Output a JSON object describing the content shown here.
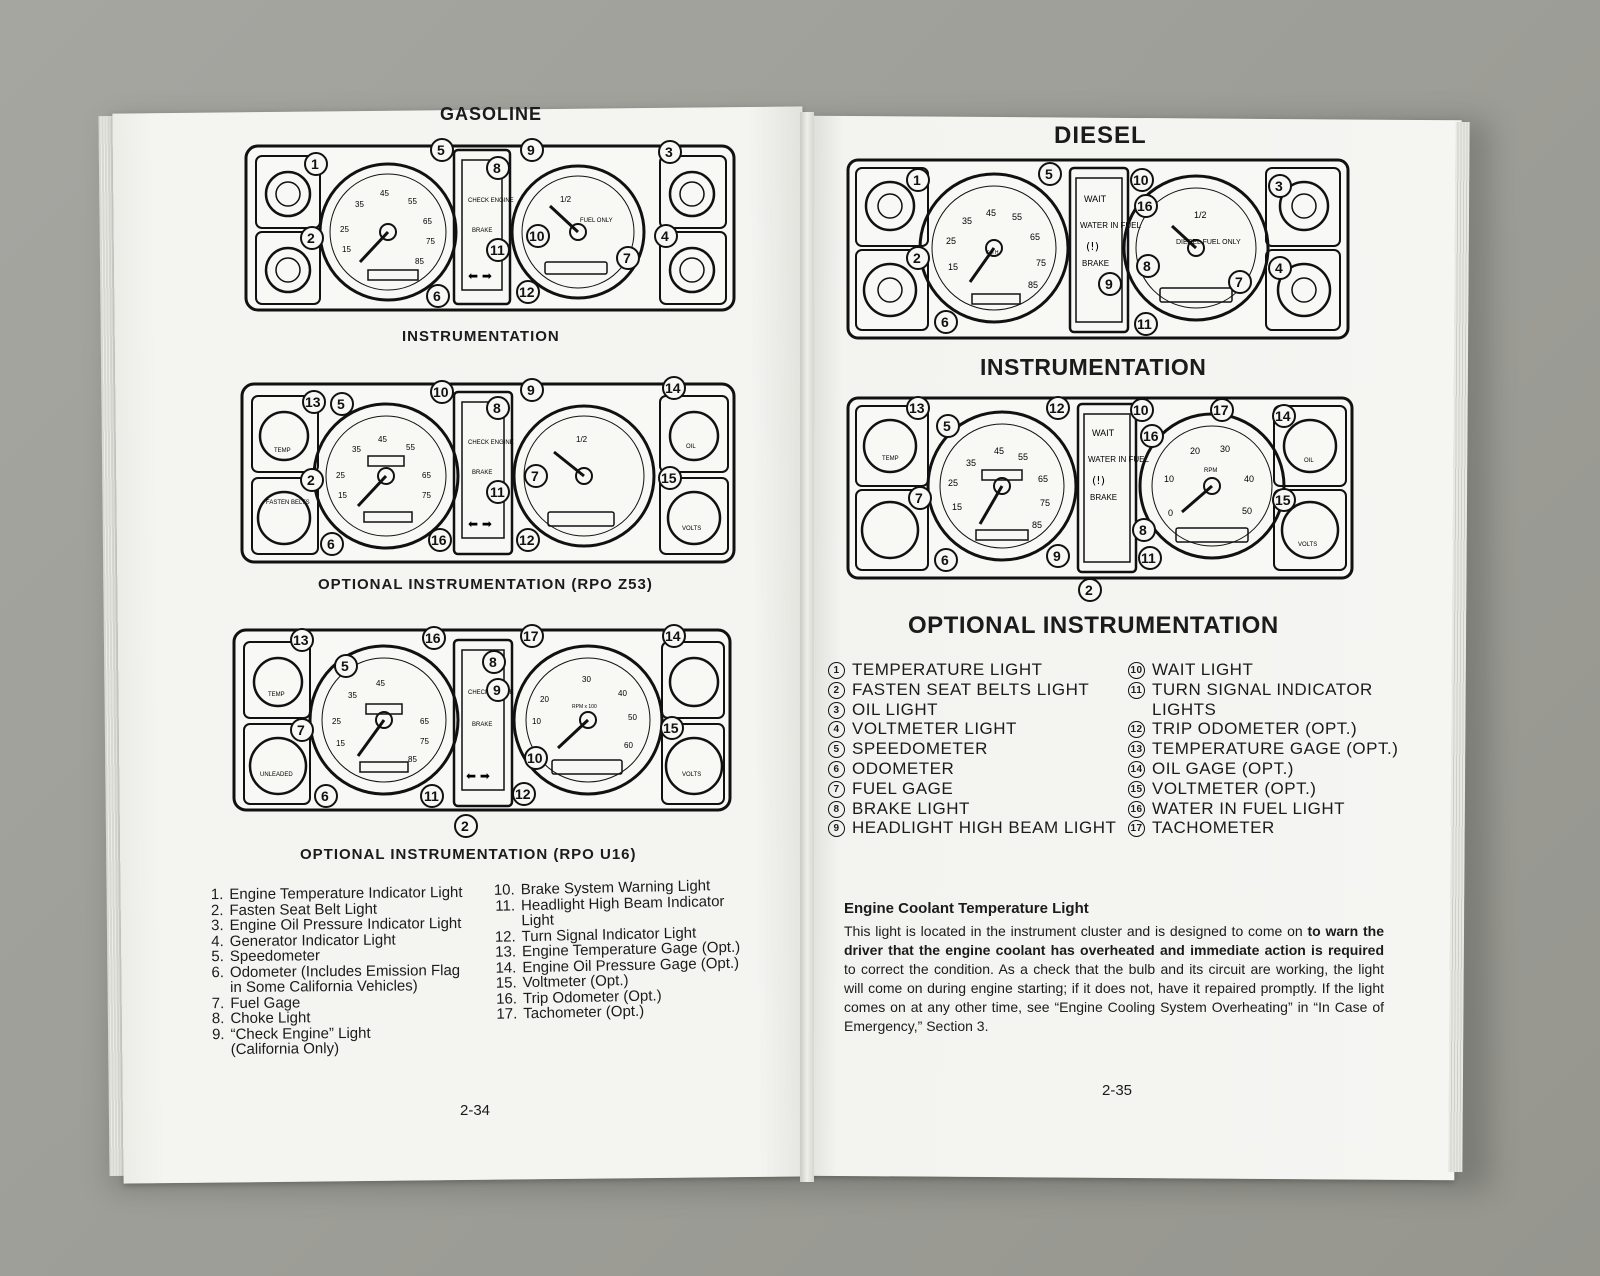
{
  "left_page": {
    "title": "GASOLINE",
    "caption_1": "INSTRUMENTATION",
    "caption_2": "OPTIONAL INSTRUMENTATION (RPO Z53)",
    "caption_3": "OPTIONAL INSTRUMENTATION (RPO U16)",
    "legend_col1": [
      {
        "n": "1.",
        "text": "Engine Temperature Indicator Light"
      },
      {
        "n": "2.",
        "text": "Fasten Seat Belt Light"
      },
      {
        "n": "3.",
        "text": "Engine Oil Pressure Indicator Light"
      },
      {
        "n": "4.",
        "text": "Generator Indicator Light"
      },
      {
        "n": "5.",
        "text": "Speedometer"
      },
      {
        "n": "6.",
        "text": "Odometer (Includes Emission Flag"
      },
      {
        "n": "",
        "text": "in Some California Vehicles)"
      },
      {
        "n": "7.",
        "text": "Fuel Gage"
      },
      {
        "n": "8.",
        "text": "Choke Light"
      },
      {
        "n": "9.",
        "text": "“Check Engine” Light"
      },
      {
        "n": "",
        "text": "(California Only)"
      }
    ],
    "legend_col2": [
      {
        "n": "10.",
        "text": "Brake System Warning Light"
      },
      {
        "n": "11.",
        "text": "Headlight High Beam Indicator"
      },
      {
        "n": "",
        "text": "Light"
      },
      {
        "n": "12.",
        "text": "Turn Signal Indicator Light"
      },
      {
        "n": "13.",
        "text": "Engine Temperature Gage (Opt.)"
      },
      {
        "n": "14.",
        "text": "Engine Oil Pressure Gage (Opt.)"
      },
      {
        "n": "15.",
        "text": "Voltmeter (Opt.)"
      },
      {
        "n": "16.",
        "text": "Trip Odometer (Opt.)"
      },
      {
        "n": "17.",
        "text": "Tachometer (Opt.)"
      }
    ],
    "page_number": "2-34",
    "gauge_labels": {
      "check_engine": "CHECK ENGINE",
      "brake": "BRAKE",
      "fuel": "FUEL ONLY",
      "unleaded": "UNLEADED",
      "temp": "TEMP",
      "oil": "OIL",
      "volts": "VOLTS",
      "fasten_belts": "FASTEN BELTS",
      "rpm": "RPM x 100"
    }
  },
  "right_page": {
    "title": "DIESEL",
    "caption_1": "INSTRUMENTATION",
    "caption_2": "OPTIONAL INSTRUMENTATION",
    "legend_col1": [
      {
        "n": "1",
        "text": "TEMPERATURE LIGHT"
      },
      {
        "n": "2",
        "text": "FASTEN SEAT BELTS LIGHT"
      },
      {
        "n": "3",
        "text": "OIL LIGHT"
      },
      {
        "n": "4",
        "text": "VOLTMETER LIGHT"
      },
      {
        "n": "5",
        "text": "SPEEDOMETER"
      },
      {
        "n": "6",
        "text": "ODOMETER"
      },
      {
        "n": "7",
        "text": "FUEL GAGE"
      },
      {
        "n": "8",
        "text": "BRAKE LIGHT"
      },
      {
        "n": "9",
        "text": "HEADLIGHT HIGH BEAM LIGHT"
      }
    ],
    "legend_col2": [
      {
        "n": "10",
        "text": "WAIT LIGHT"
      },
      {
        "n": "11",
        "text": "TURN SIGNAL INDICATOR"
      },
      {
        "n": "",
        "text": "LIGHTS"
      },
      {
        "n": "12",
        "text": "TRIP ODOMETER (OPT.)"
      },
      {
        "n": "13",
        "text": "TEMPERATURE GAGE (OPT.)"
      },
      {
        "n": "14",
        "text": "OIL GAGE (OPT.)"
      },
      {
        "n": "15",
        "text": "VOLTMETER (OPT.)"
      },
      {
        "n": "16",
        "text": "WATER IN FUEL LIGHT"
      },
      {
        "n": "17",
        "text": "TACHOMETER"
      }
    ],
    "section_heading": "Engine Coolant Temperature Light",
    "paragraph": {
      "part1": "This light is located in the instrument cluster and is designed to come on ",
      "bold": "to warn the driver that the engine coolant has overheated and immediate action is required",
      "part2": " to correct the condition. As a check that the bulb and its circuit are working, the light will come on during engine starting; if it does not, have it repaired promptly. If the light comes on at any other time, see “Engine Cooling System Overheating” in “In Case of Emergency,” Section 3."
    },
    "page_number": "2-35",
    "gauge_labels": {
      "wait": "WAIT",
      "water_in_fuel": "WATER IN FUEL",
      "brake": "BRAKE",
      "diesel_fuel": "DIESEL FUEL ONLY",
      "kmh": "Km H",
      "rpm": "RPM",
      "temp": "TEMP",
      "oil": "OIL",
      "volts": "VOLTS"
    }
  }
}
